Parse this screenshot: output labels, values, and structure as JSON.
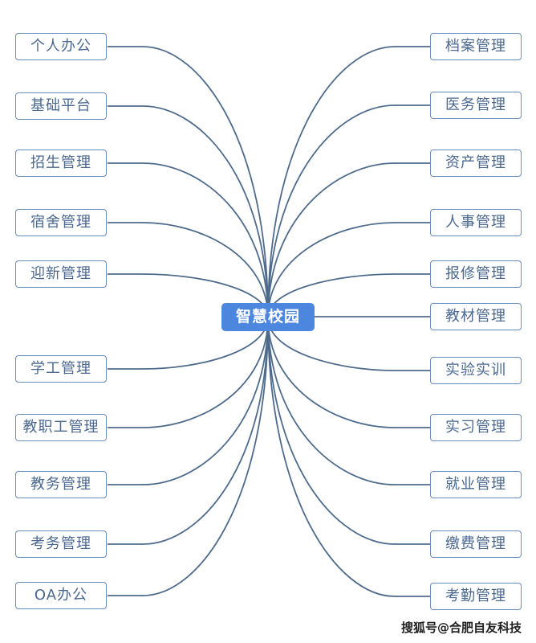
{
  "center": {
    "label": "智慧校园"
  },
  "left_nodes": [
    "个人办公",
    "基础平台",
    "招生管理",
    "宿舍管理",
    "迎新管理",
    "学工管理",
    "教职工管理",
    "教务管理",
    "考务管理",
    "OA办公"
  ],
  "right_nodes": [
    "档案管理",
    "医务管理",
    "资产管理",
    "人事管理",
    "报修管理",
    "教材管理",
    "实验实训",
    "实习管理",
    "就业管理",
    "缴费管理",
    "考勤管理"
  ],
  "watermark": "搜狐号@合肥自友科技",
  "colors": {
    "center_fill": "#4d86df",
    "border": "#6a8cc0",
    "text": "#4a6890",
    "line": "#4f6b8c"
  }
}
